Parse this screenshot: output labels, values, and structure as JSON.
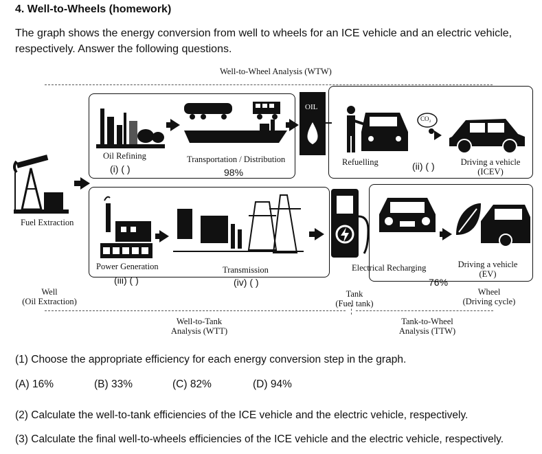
{
  "heading": "4.  Well-to-Wheels (homework)",
  "intro": "The graph shows the energy conversion from well to wheels for an ICE vehicle and an electric vehicle, respectively. Answer the following questions.",
  "diagram": {
    "title": "Well-to-Wheel Analysis (WTW)",
    "oil_label": "OIL",
    "co2_label": "CO₂",
    "fuel_extraction": "Fuel Extraction",
    "oil_refining": "Oil Refining",
    "blank_i": "(i) (    )",
    "transportation": "Transportation / Distribution",
    "transport_eff": "98%",
    "refuelling": "Refuelling",
    "blank_ii": "(ii) (    )",
    "driving_icev_line1": "Driving a vehicle",
    "driving_icev_line2": "(ICEV)",
    "power_generation": "Power Generation",
    "blank_iii": "(iii) (    )",
    "transmission": "Transmission",
    "blank_iv": "(iv) (    )",
    "electrical_recharging": "Electrical Recharging",
    "recharge_eff": "76%",
    "driving_ev_line1": "Driving a vehicle",
    "driving_ev_line2": "(EV)",
    "well_line1": "Well",
    "well_line2": "(Oil Extraction)",
    "tank_line1": "Tank",
    "tank_line2": "(Fuel tank)",
    "wheel_line1": "Wheel",
    "wheel_line2": "(Driving cycle)",
    "wtt_line1": "Well-to-Tank",
    "wtt_line2": "Analysis (WTT)",
    "ttw_line1": "Tank-to-Wheel",
    "ttw_line2": "Analysis (TTW)"
  },
  "questions": {
    "q1": "(1) Choose the appropriate efficiency for each energy conversion step in the graph.",
    "options": {
      "a": "(A) 16%",
      "b": "(B) 33%",
      "c": "(C) 82%",
      "d": "(D) 94%"
    },
    "q2": "(2) Calculate the well-to-tank efficiencies of the ICE vehicle and the electric vehicle, respectively.",
    "q3": "(3) Calculate the final well-to-wheels efficiencies of the ICE vehicle and the electric vehicle, respectively."
  }
}
